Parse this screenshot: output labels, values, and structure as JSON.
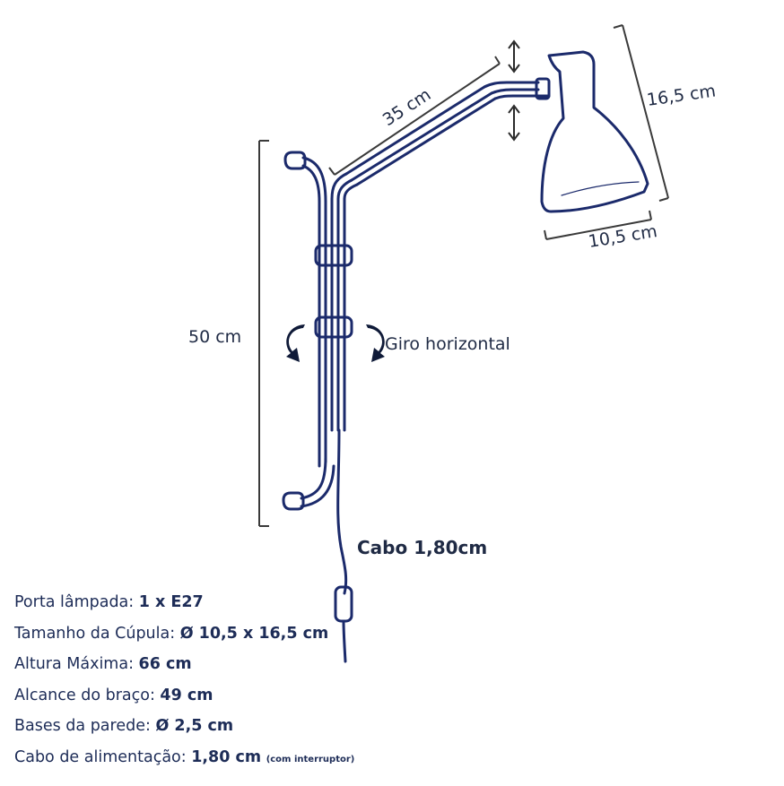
{
  "dimensions": {
    "arm": "35 cm",
    "height": "50 cm",
    "shade_height": "16,5 cm",
    "shade_diameter": "10,5 cm"
  },
  "rotation_label": "Giro horizontal",
  "cable_label": "Cabo 1,80cm",
  "specs": [
    {
      "label": "Porta lâmpada: ",
      "value": "1 x E27",
      "note": ""
    },
    {
      "label": "Tamanho da Cúpula: ",
      "value": "Ø 10,5 x 16,5 cm",
      "note": ""
    },
    {
      "label": "Altura Máxima: ",
      "value": "66 cm",
      "note": ""
    },
    {
      "label": "Alcance do braço: ",
      "value": "49 cm",
      "note": ""
    },
    {
      "label": "Bases da parede: ",
      "value": "Ø 2,5 cm",
      "note": ""
    },
    {
      "label": "Cabo de alimentação: ",
      "value": "1,80 cm",
      "note": "(com interruptor)"
    }
  ],
  "colors": {
    "lamp_stroke": "#1b2a6b",
    "dimension_line": "#3a3a3a",
    "text": "#1f2a44"
  }
}
